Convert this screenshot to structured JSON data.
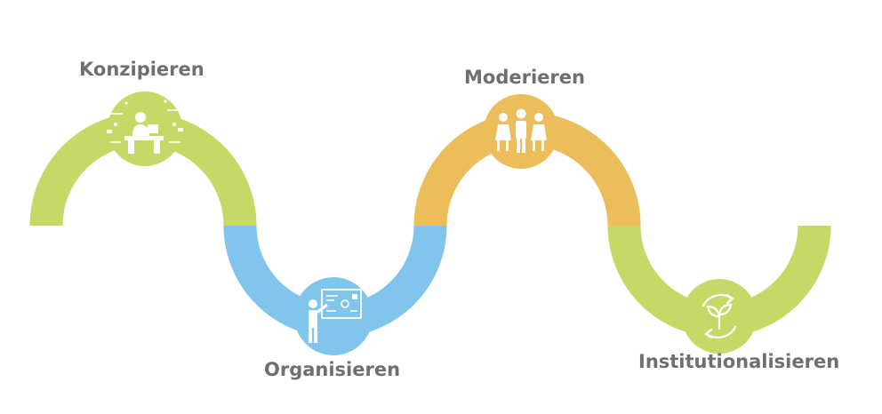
{
  "stages": [
    {
      "label": "Konzipieren",
      "icon": "person-at-desk-icon",
      "color": "#c7d866"
    },
    {
      "label": "Organisieren",
      "icon": "presenter-at-board-icon",
      "color": "#82c5ec"
    },
    {
      "label": "Moderieren",
      "icon": "group-of-people-icon",
      "color": "#ebbd5b"
    },
    {
      "label": "Institutionalisieren",
      "icon": "recycle-leaves-icon",
      "color": "#c7d866"
    }
  ]
}
